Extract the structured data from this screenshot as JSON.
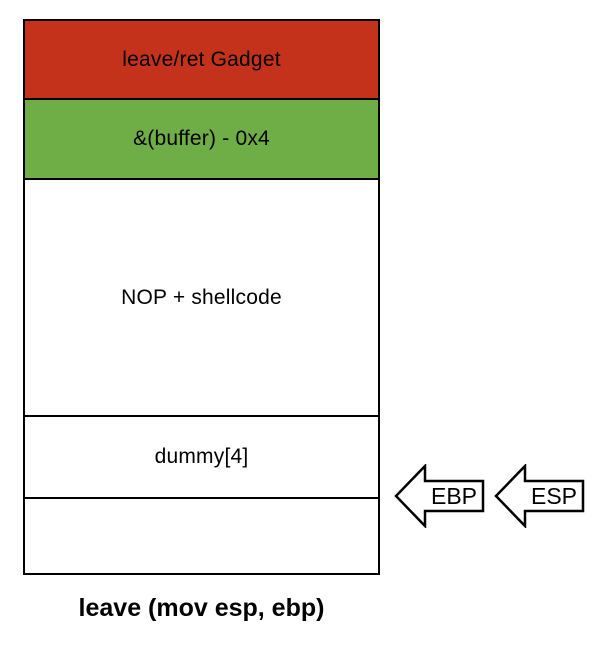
{
  "diagram": {
    "caption": "leave (mov esp, ebp)",
    "stack_cells": [
      {
        "label": "leave/ret Gadget",
        "color": "#c5321b"
      },
      {
        "label": "&(buffer) - 0x4",
        "color": "#6fae46"
      },
      {
        "label": "NOP + shellcode",
        "color": "#ffffff"
      },
      {
        "label": "dummy[4]",
        "color": "#ffffff"
      },
      {
        "label": "",
        "color": "#ffffff"
      }
    ],
    "register_arrows": [
      {
        "label": "EBP",
        "direction": "left"
      },
      {
        "label": "ESP",
        "direction": "left"
      }
    ],
    "colors": {
      "gadget_red": "#c5321b",
      "buffer_green": "#6fae46",
      "outline_black": "#000000",
      "cell_white": "#ffffff"
    }
  }
}
